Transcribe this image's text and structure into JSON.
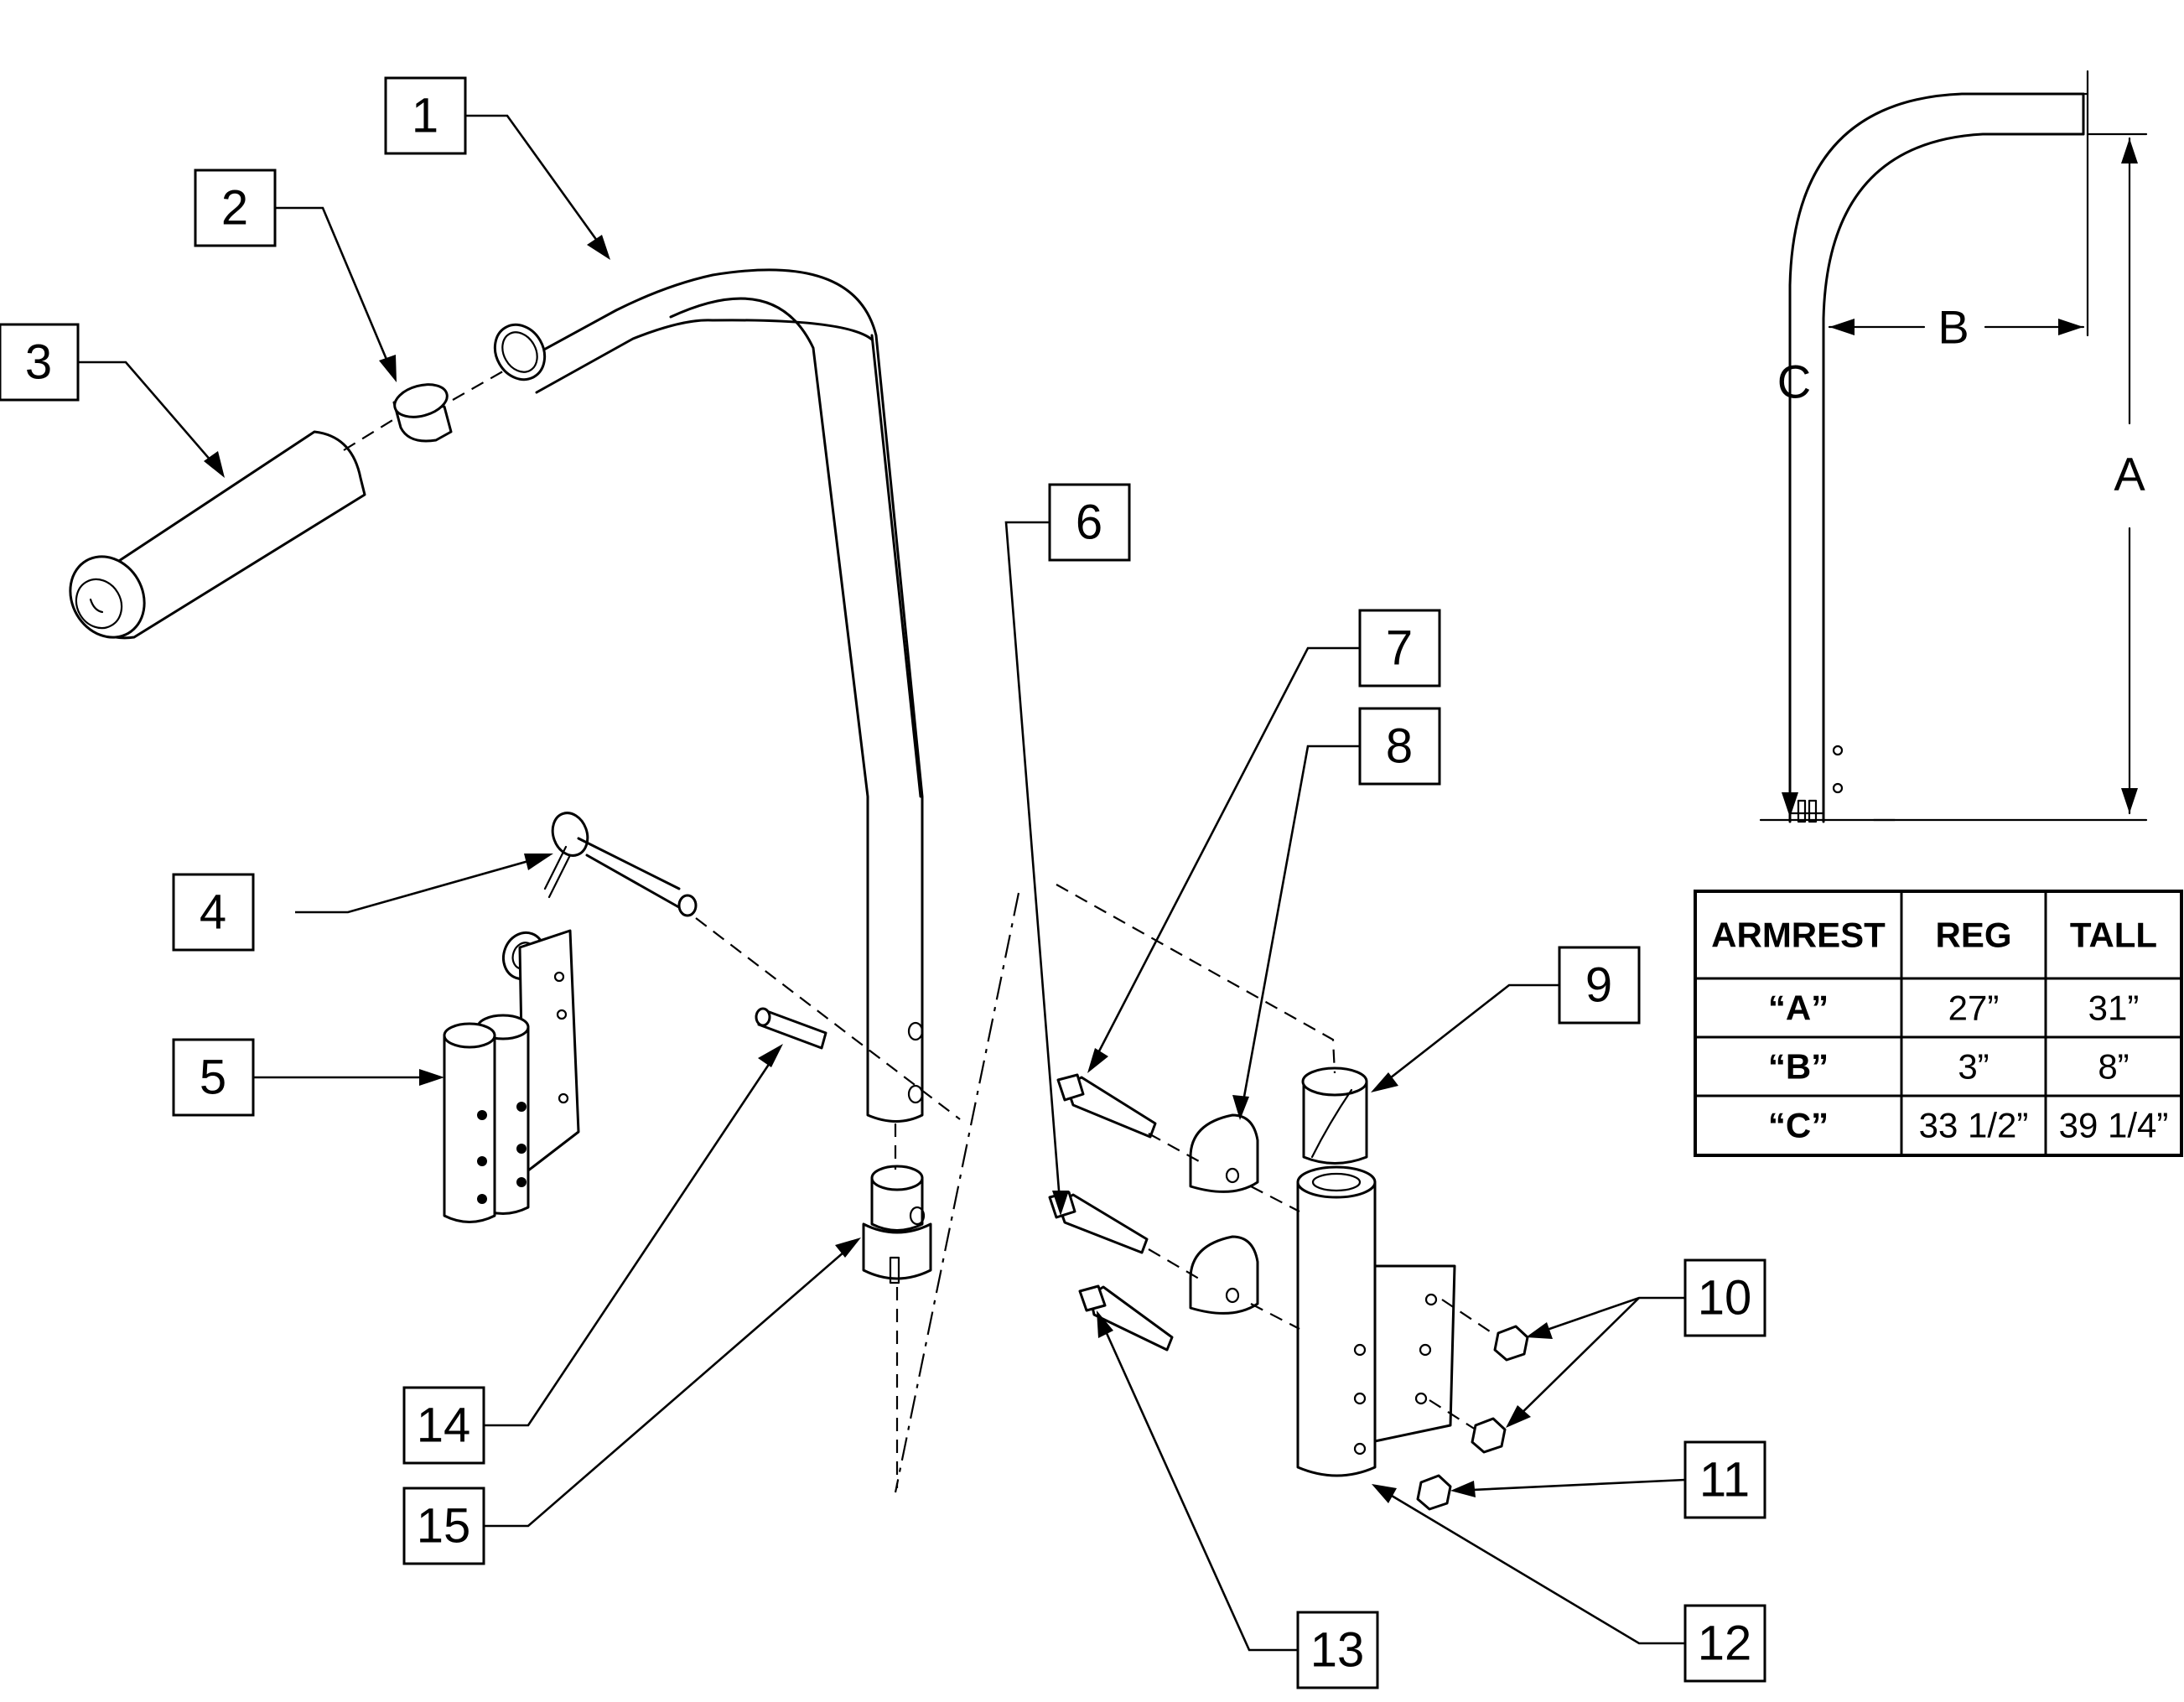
{
  "callouts": [
    "1",
    "2",
    "3",
    "4",
    "5",
    "6",
    "7",
    "8",
    "9",
    "10",
    "11",
    "12",
    "13",
    "14",
    "15"
  ],
  "dimension_labels": {
    "a": "A",
    "b": "B",
    "c": "C"
  },
  "table": {
    "headers": [
      "ARMREST",
      "REG",
      "TALL"
    ],
    "rows": [
      {
        "label": "“A”",
        "reg": "27”",
        "tall": "31”"
      },
      {
        "label": "“B”",
        "reg": "3”",
        "tall": "8”"
      },
      {
        "label": "“C”",
        "reg": "33 1/2”",
        "tall": "39 1/4”"
      }
    ]
  }
}
